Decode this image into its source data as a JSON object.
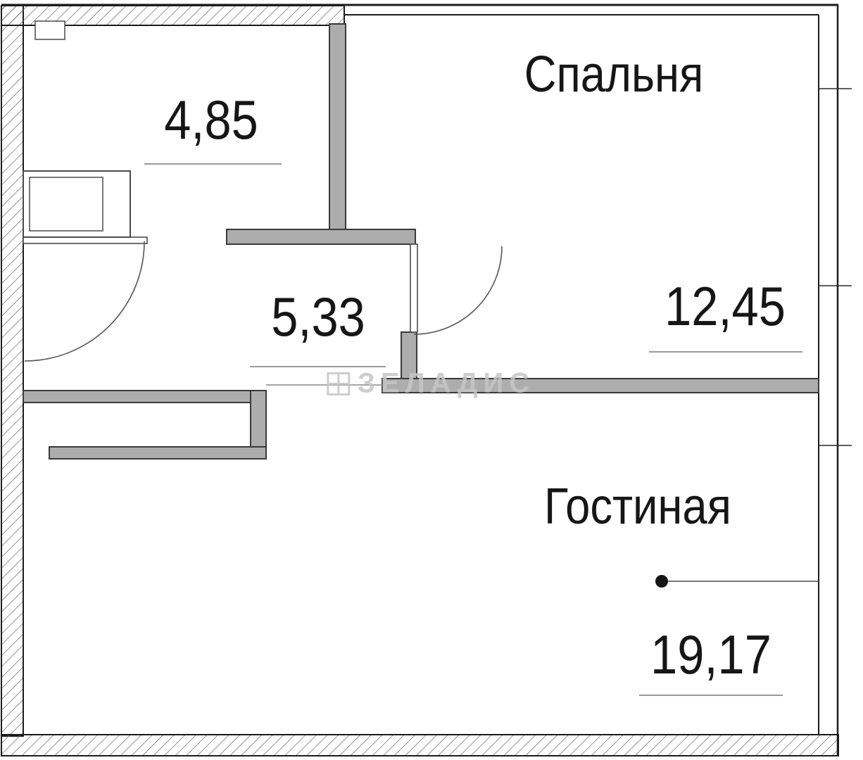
{
  "plan": {
    "rooms": {
      "bathroom": {
        "area": "4,85"
      },
      "hallway": {
        "area": "5,33"
      },
      "bedroom": {
        "label": "Спальня",
        "area": "12,45"
      },
      "living_room": {
        "label": "Гостиная",
        "area": "19,17"
      }
    },
    "watermark": {
      "text": "ЗЕЛАДИС"
    },
    "colors": {
      "outline": "#1c1c1c",
      "partition_fill": "#adadad",
      "partition_edge": "#3a3a3a",
      "hatch_line": "#6f6f6f",
      "dimension_line": "#9a9a9a",
      "label_text": "#161616",
      "watermark_text": "#c6c6c6"
    }
  }
}
